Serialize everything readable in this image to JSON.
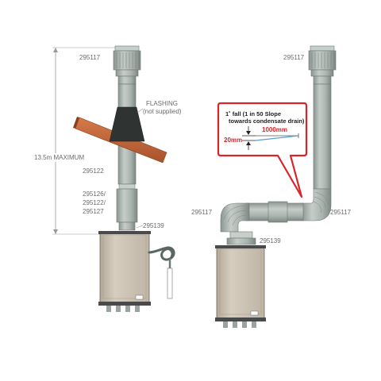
{
  "left": {
    "cowl_code": "295117",
    "flashing_line1": "FLASHING",
    "flashing_line2": "(not supplied)",
    "max_length": "13.5m MAXIMUM",
    "pipe_code": "295122",
    "extension_line1": "295126/",
    "extension_line2": "295122/",
    "extension_line3": "295127",
    "adaptor_code": "295139"
  },
  "right": {
    "cowl_code": "295117",
    "elbow_left_code": "295117",
    "elbow_right_code": "295117",
    "adaptor_code": "295139"
  },
  "callout": {
    "title_line1": "1˚ fall  (1 in 50 Slope",
    "title_line2": "towards condensate drain)",
    "run_label": "1000mm",
    "fall_label": "20mm"
  },
  "colors": {
    "pipe": "#aeb8b3",
    "pipe_dark": "#7d8883",
    "roof": "#c2653a",
    "flashing": "#2f3432",
    "heater": "#c9bfb2",
    "callout_border": "#d6262b",
    "dimension_line": "#5aa0d0"
  }
}
